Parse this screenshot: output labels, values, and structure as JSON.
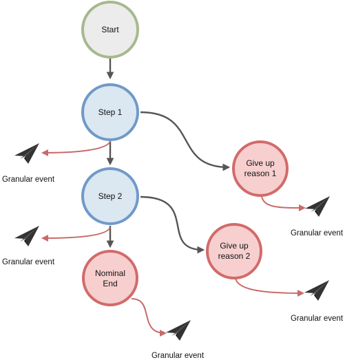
{
  "nodes": {
    "start": {
      "label": "Start"
    },
    "step1": {
      "label": "Step 1"
    },
    "step2": {
      "label": "Step 2"
    },
    "nominal_end": {
      "line1": "Nominal",
      "line2": "End"
    },
    "give_up_1": {
      "line1": "Give up",
      "line2": "reason 1"
    },
    "give_up_2": {
      "line1": "Give up",
      "line2": "reason 2"
    }
  },
  "granular_events": [
    {
      "label": "Granular event"
    },
    {
      "label": "Granular event"
    },
    {
      "label": "Granular event"
    },
    {
      "label": "Granular event"
    },
    {
      "label": "Granular event"
    }
  ],
  "colors": {
    "start_fill": "#ececec",
    "start_stroke": "#a6b98d",
    "step_fill": "#dbe7f1",
    "step_stroke": "#7099c9",
    "end_fill": "#f7cfcf",
    "end_stroke": "#d36a6a",
    "main_edge": "#555555",
    "event_edge": "#c96a6a",
    "icon": "#333333"
  },
  "icons": {
    "granular_event": "paper-plane-icon"
  }
}
